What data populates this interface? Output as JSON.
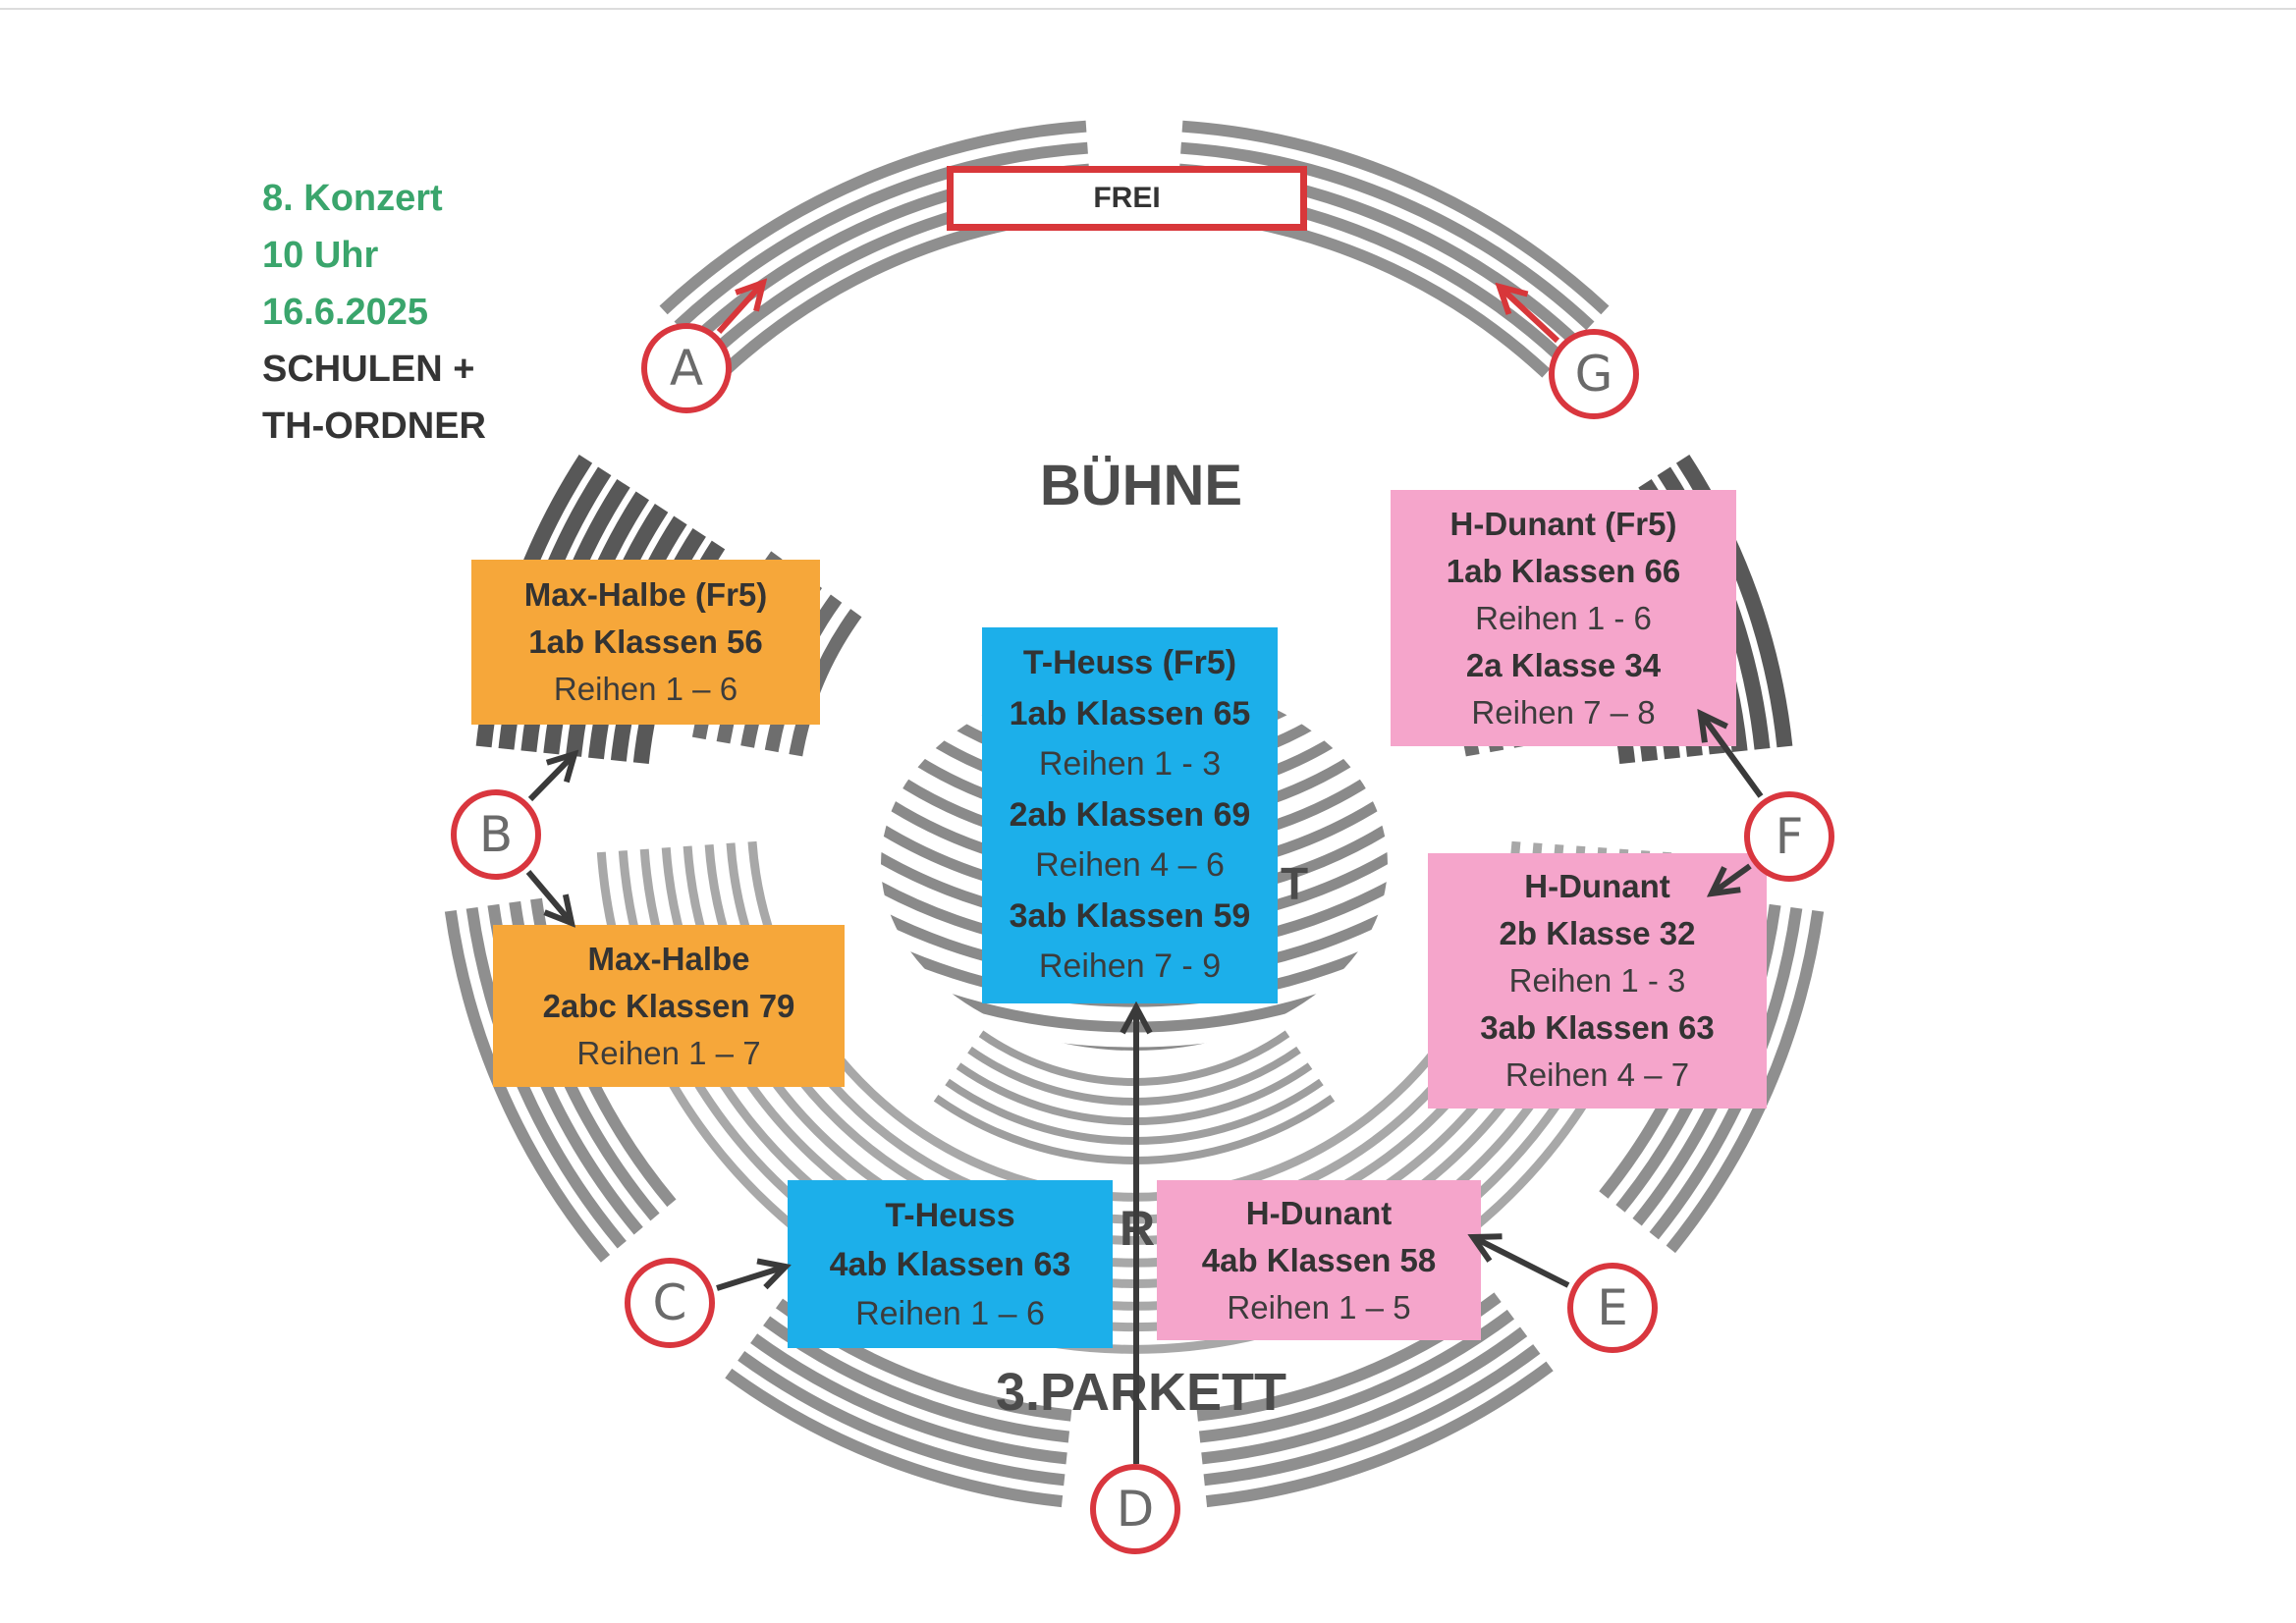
{
  "event": {
    "concert": "8. Konzert",
    "time": "10 Uhr",
    "date": "16.6.2025",
    "audience_line1": "SCHULEN +",
    "audience_line2": "TH-ORDNER"
  },
  "stage": {
    "label": "BÜHNE",
    "reserved_label": "FREI"
  },
  "hall": {
    "parkett_label": "3.PARKETT",
    "fragment_r": "R",
    "fragment_t": "T"
  },
  "entrances": [
    "A",
    "B",
    "C",
    "D",
    "E",
    "F",
    "G"
  ],
  "blocks": [
    {
      "lines": [
        "Max-Halbe (Fr5)",
        "1ab Klassen 56",
        "Reihen 1 – 6"
      ]
    },
    {
      "lines": [
        "Max-Halbe",
        "2abc Klassen 79",
        "Reihen 1 – 7"
      ]
    },
    {
      "lines": [
        "T-Heuss (Fr5)",
        "1ab Klassen 65",
        "Reihen 1 - 3",
        "2ab Klassen 69",
        "Reihen 4 – 6",
        "3ab Klassen 59",
        "Reihen 7 - 9"
      ]
    },
    {
      "lines": [
        "H-Dunant (Fr5)",
        "1ab Klassen 66",
        "Reihen 1 - 6",
        "2a Klasse 34",
        "Reihen 7 – 8"
      ]
    },
    {
      "lines": [
        "H-Dunant",
        "2b Klasse 32",
        "Reihen 1 - 3",
        "3ab Klassen 63",
        "Reihen 4 – 7"
      ]
    },
    {
      "lines": [
        "T-Heuss",
        "4ab Klassen 63",
        "Reihen 1 – 6"
      ]
    },
    {
      "lines": [
        "H-Dunant",
        "4ab Klassen 58",
        "Reihen 1 – 5"
      ]
    }
  ],
  "colors": {
    "max_halbe": "#f6a73a",
    "t_heuss": "#1cafea",
    "h_dunant": "#f5a5cb",
    "frei_border": "#d8373a",
    "entrance_circle": "#d9363e",
    "arrow_red": "#d8373a",
    "arrow_dark": "#3a3a3a",
    "header_green": "#3aa56c"
  }
}
